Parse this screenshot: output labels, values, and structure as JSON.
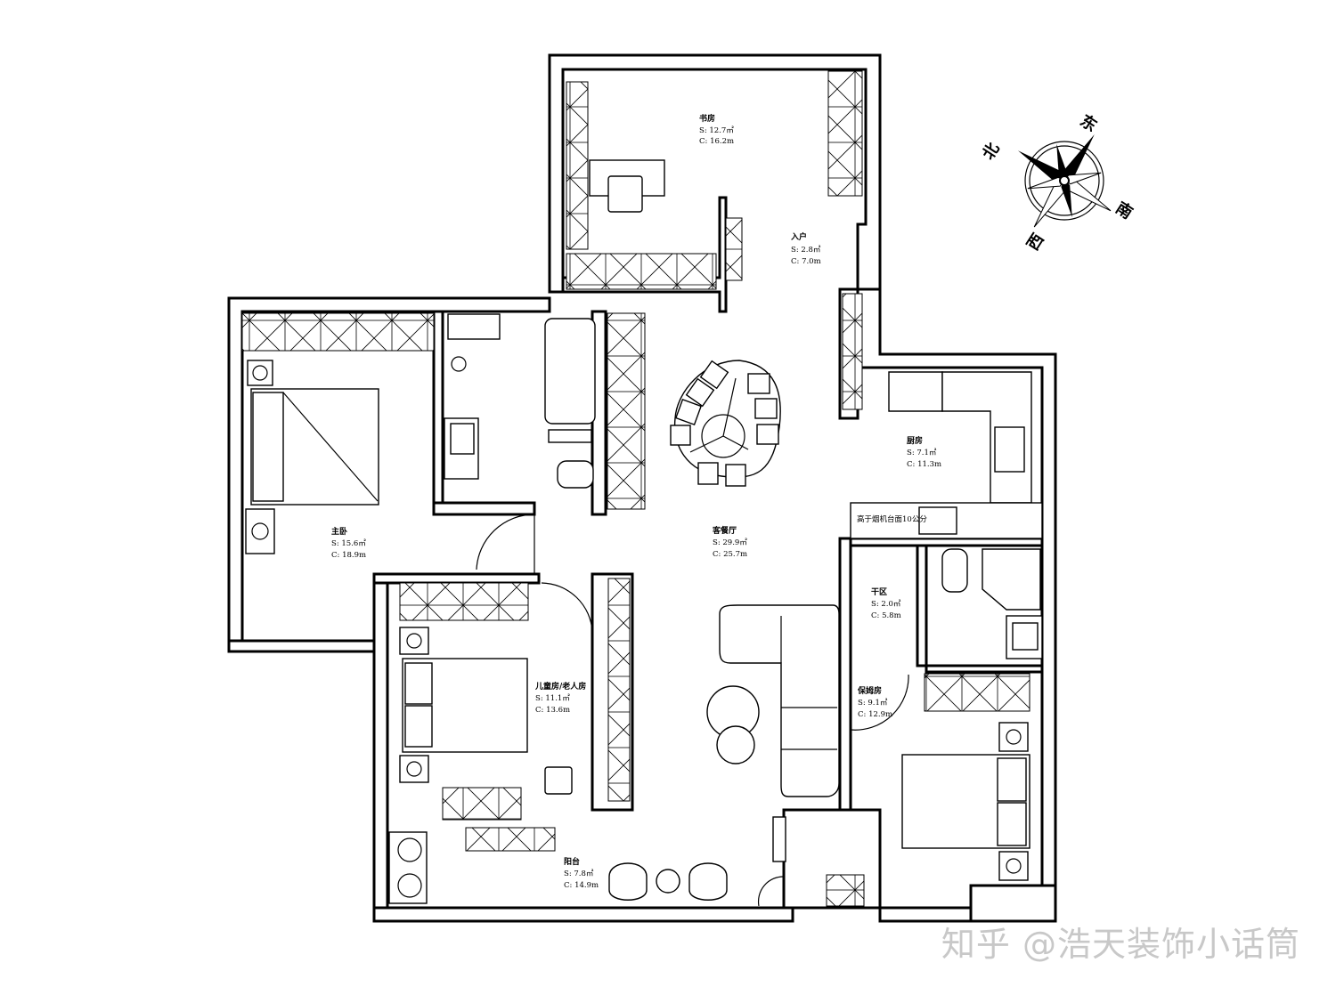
{
  "rooms": [
    {
      "name": "书房",
      "area": "S: 12.7㎡",
      "perimeter": "C: 16.2m"
    },
    {
      "name": "入户",
      "area": "S: 2.8㎡",
      "perimeter": "C: 7.0m"
    },
    {
      "name": "主卧",
      "area": "S: 15.6㎡",
      "perimeter": "C: 18.9m"
    },
    {
      "name": "客餐厅",
      "area": "S: 29.9㎡",
      "perimeter": "C: 25.7m"
    },
    {
      "name": "厨房",
      "area": "S: 7.1㎡",
      "perimeter": "C: 11.3m"
    },
    {
      "name": "干区",
      "area": "S: 2.0㎡",
      "perimeter": "C: 5.8m"
    },
    {
      "name": "儿童房/老人房",
      "area": "S: 11.1㎡",
      "perimeter": "C: 13.6m"
    },
    {
      "name": "保姆房",
      "area": "S: 9.1㎡",
      "perimeter": "C: 12.9m"
    },
    {
      "name": "阳台",
      "area": "S: 7.8㎡",
      "perimeter": "C: 14.9m"
    }
  ],
  "kitchen_note": "高于烟机台面10公分",
  "compass": {
    "north": "北",
    "east": "东",
    "south": "南",
    "west": "西"
  },
  "watermark": "知乎 @浩天装饰小话筒"
}
